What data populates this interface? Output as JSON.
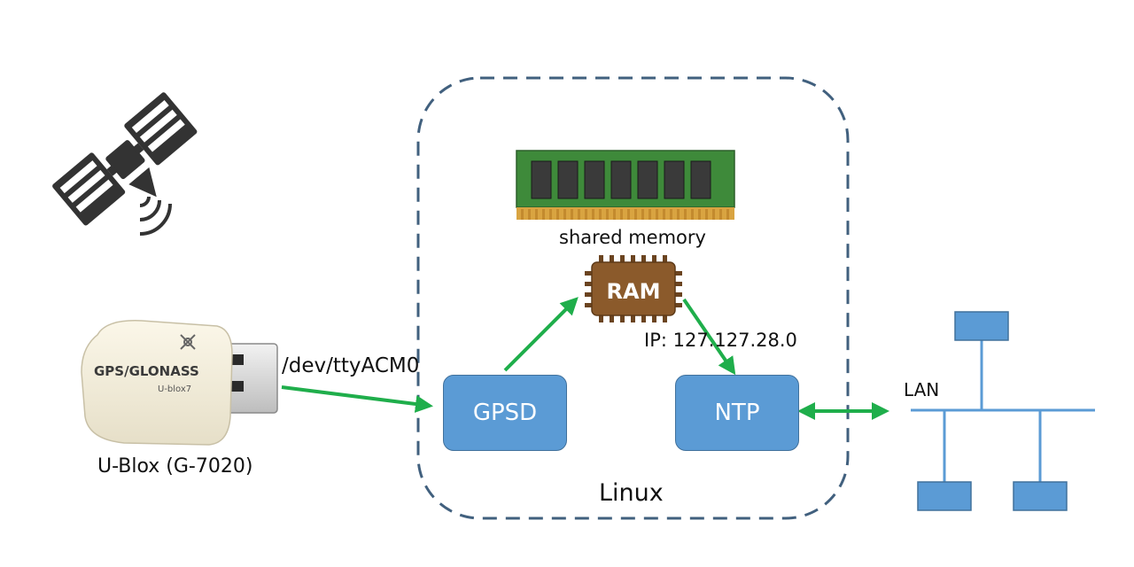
{
  "usb_device": {
    "brand_text": "GPS/GLONASS",
    "model_text": "U-blox7",
    "caption": "U-Blox (G-7020)"
  },
  "serial_link_label": "/dev/ttyACM0",
  "linux_box": {
    "label": "Linux",
    "memory_label": "shared memory",
    "ram_chip_label": "RAM",
    "ip_label": "IP: 127.127.28.0",
    "gpsd_label": "GPSD",
    "ntp_label": "NTP"
  },
  "network": {
    "lan_label": "LAN"
  },
  "colors": {
    "arrow": "#1fae4b",
    "process_box": "#5b9bd5",
    "dashed_border": "#41607e",
    "ram_chip": "#8b5a2b",
    "memory_board": "#3e8a3a",
    "memory_pins": "#d9a441"
  },
  "icons": {
    "satellite": "satellite-icon",
    "usb_dongle": "usb-gps-dongle-icon",
    "memory_module": "memory-module-icon",
    "ram_chip": "ram-chip-icon",
    "network_nodes": "network-node-icon"
  }
}
